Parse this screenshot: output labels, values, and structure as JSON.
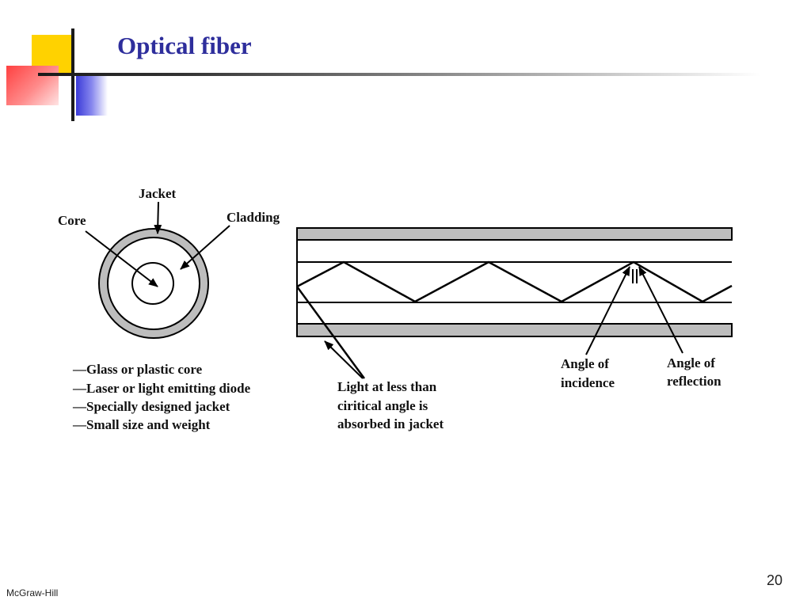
{
  "slide": {
    "title": "Optical fiber",
    "footer": "McGraw-Hill",
    "page_number": "20"
  },
  "diagram": {
    "cross_section": {
      "jacket_label": "Jacket",
      "core_label": "Core",
      "cladding_label": "Cladding"
    },
    "features": [
      "—Glass or plastic core",
      "—Laser or light emitting diode",
      "—Specially designed jacket",
      "—Small size and weight"
    ],
    "side_view": {
      "absorbed_label": [
        "Light at less than",
        "ciritical angle is",
        "absorbed in jacket"
      ],
      "incidence_label": [
        "Angle of",
        "incidence"
      ],
      "reflection_label": [
        "Angle of",
        "reflection"
      ]
    }
  },
  "colors": {
    "title": "#2e2e9c",
    "jacket_fill": "#bdbdbd",
    "logo_yellow": "#ffd200",
    "logo_red": "#ff4040",
    "logo_blue": "#3a3ad8"
  }
}
